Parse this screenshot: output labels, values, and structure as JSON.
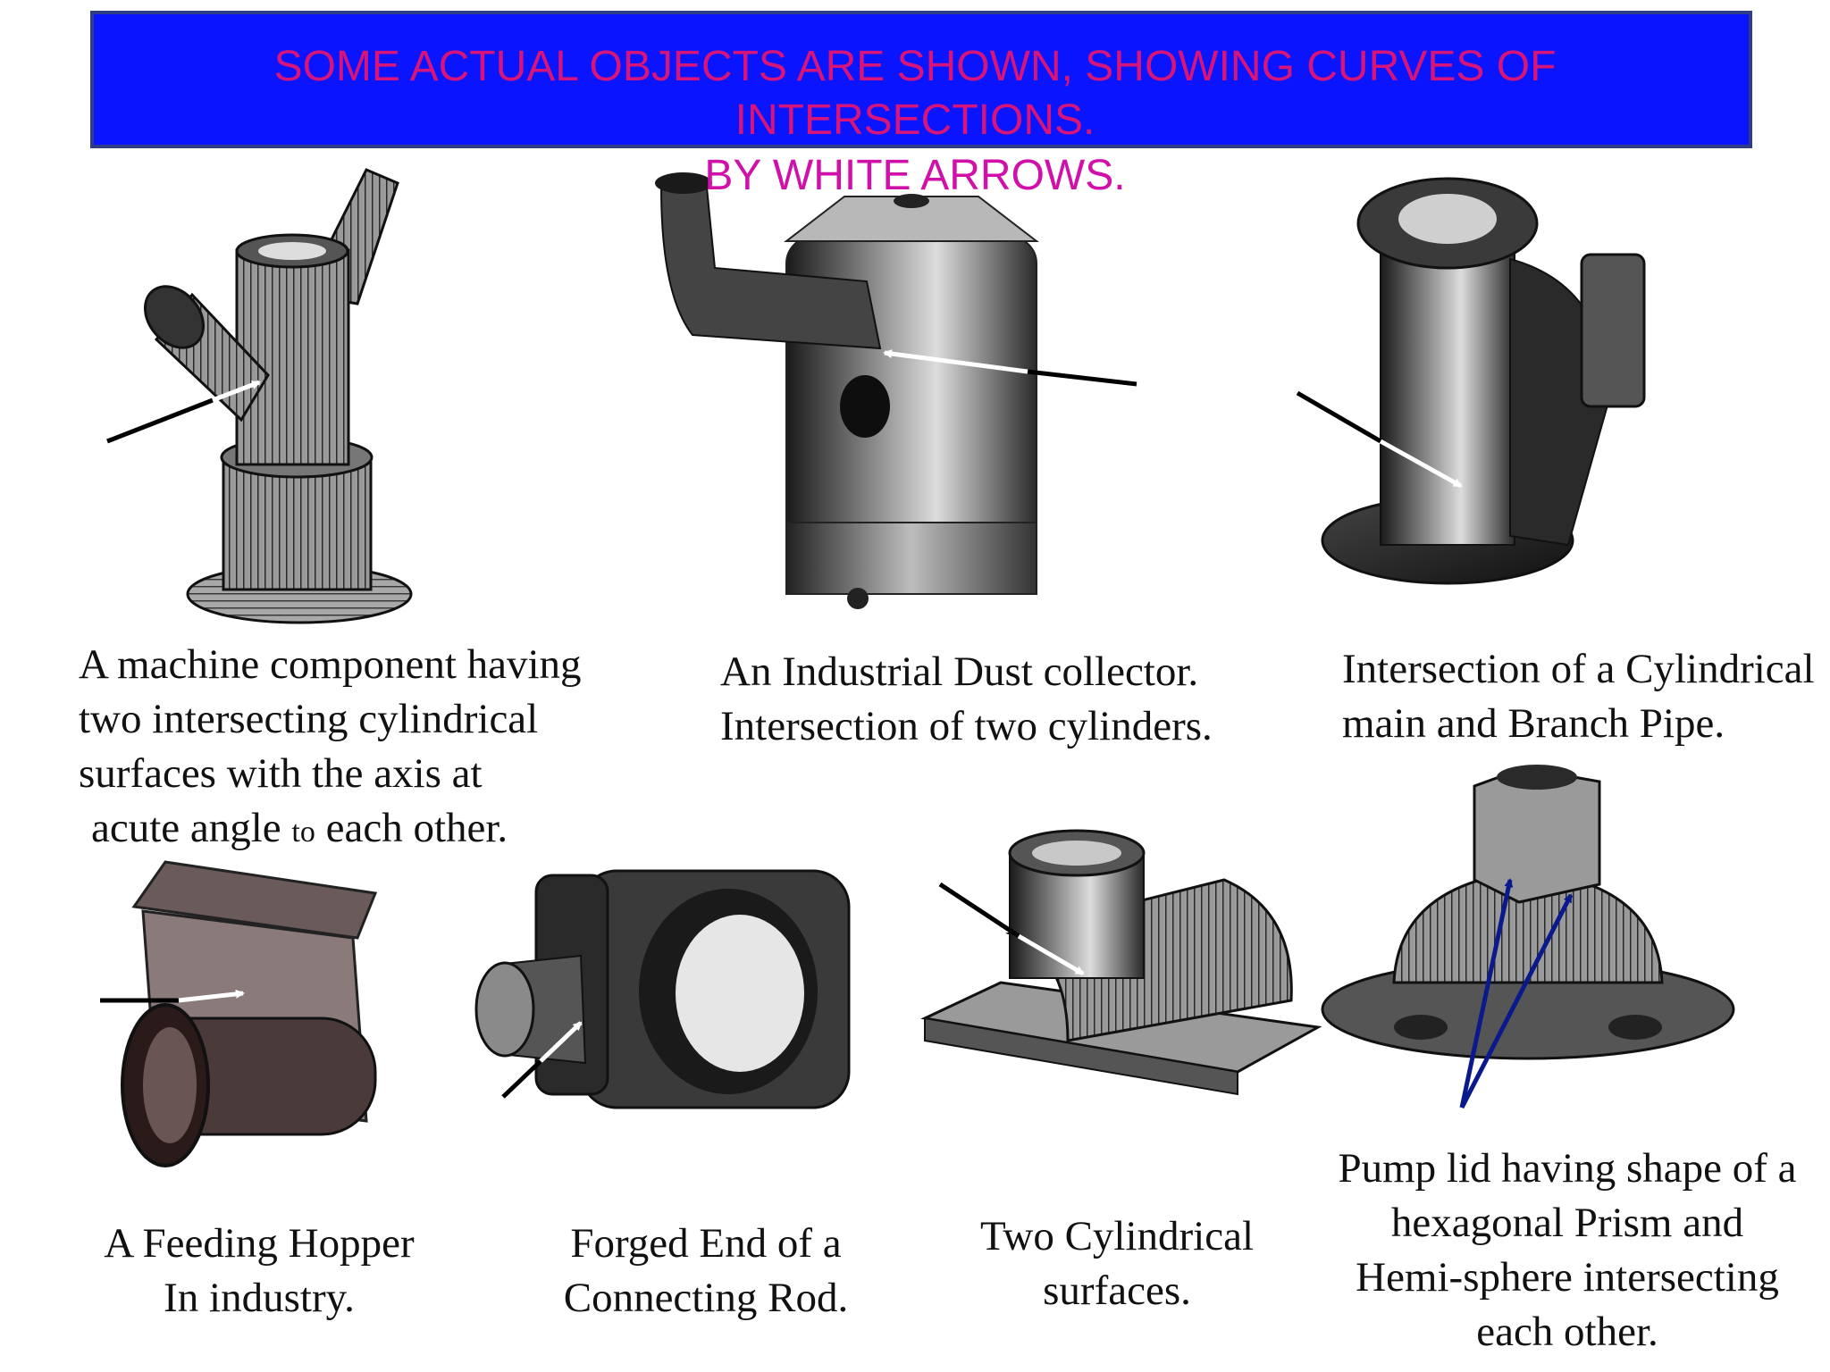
{
  "header": {
    "title_line1": "SOME ACTUAL OBJECTS ARE SHOWN, SHOWING CURVES OF",
    "title_line2": "INTERSECTIONS.",
    "title_line3": "BY WHITE ARROWS."
  },
  "captions": {
    "machine_component": {
      "line1": "A machine component having",
      "line2": "two intersecting cylindrical",
      "line3": "surfaces with the axis at",
      "line4a": "acute angle",
      "line4b": "to",
      "line4c": "each other."
    },
    "dust_collector": {
      "line1": "An Industrial Dust collector.",
      "line2": "Intersection of two cylinders."
    },
    "branch_pipe": {
      "line1": "Intersection of a Cylindrical",
      "line2": "main and Branch Pipe."
    },
    "feeding_hopper": {
      "line1": "A Feeding Hopper",
      "line2": "In industry."
    },
    "connecting_rod": {
      "line1": "Forged End of a",
      "line2": "Connecting Rod."
    },
    "two_cylinders": {
      "line1": "Two Cylindrical",
      "line2": "surfaces."
    },
    "pump_lid": {
      "line1": "Pump lid having shape of a",
      "line2": "hexagonal Prism and",
      "line3": "Hemi-sphere intersecting",
      "line4": "each other."
    }
  },
  "colors": {
    "header_bg": "#0a14ff",
    "title_text": "#d6147a",
    "arrow_white": "#ffffff",
    "arrow_black": "#000000",
    "arrow_blue": "#0a1a8c"
  }
}
